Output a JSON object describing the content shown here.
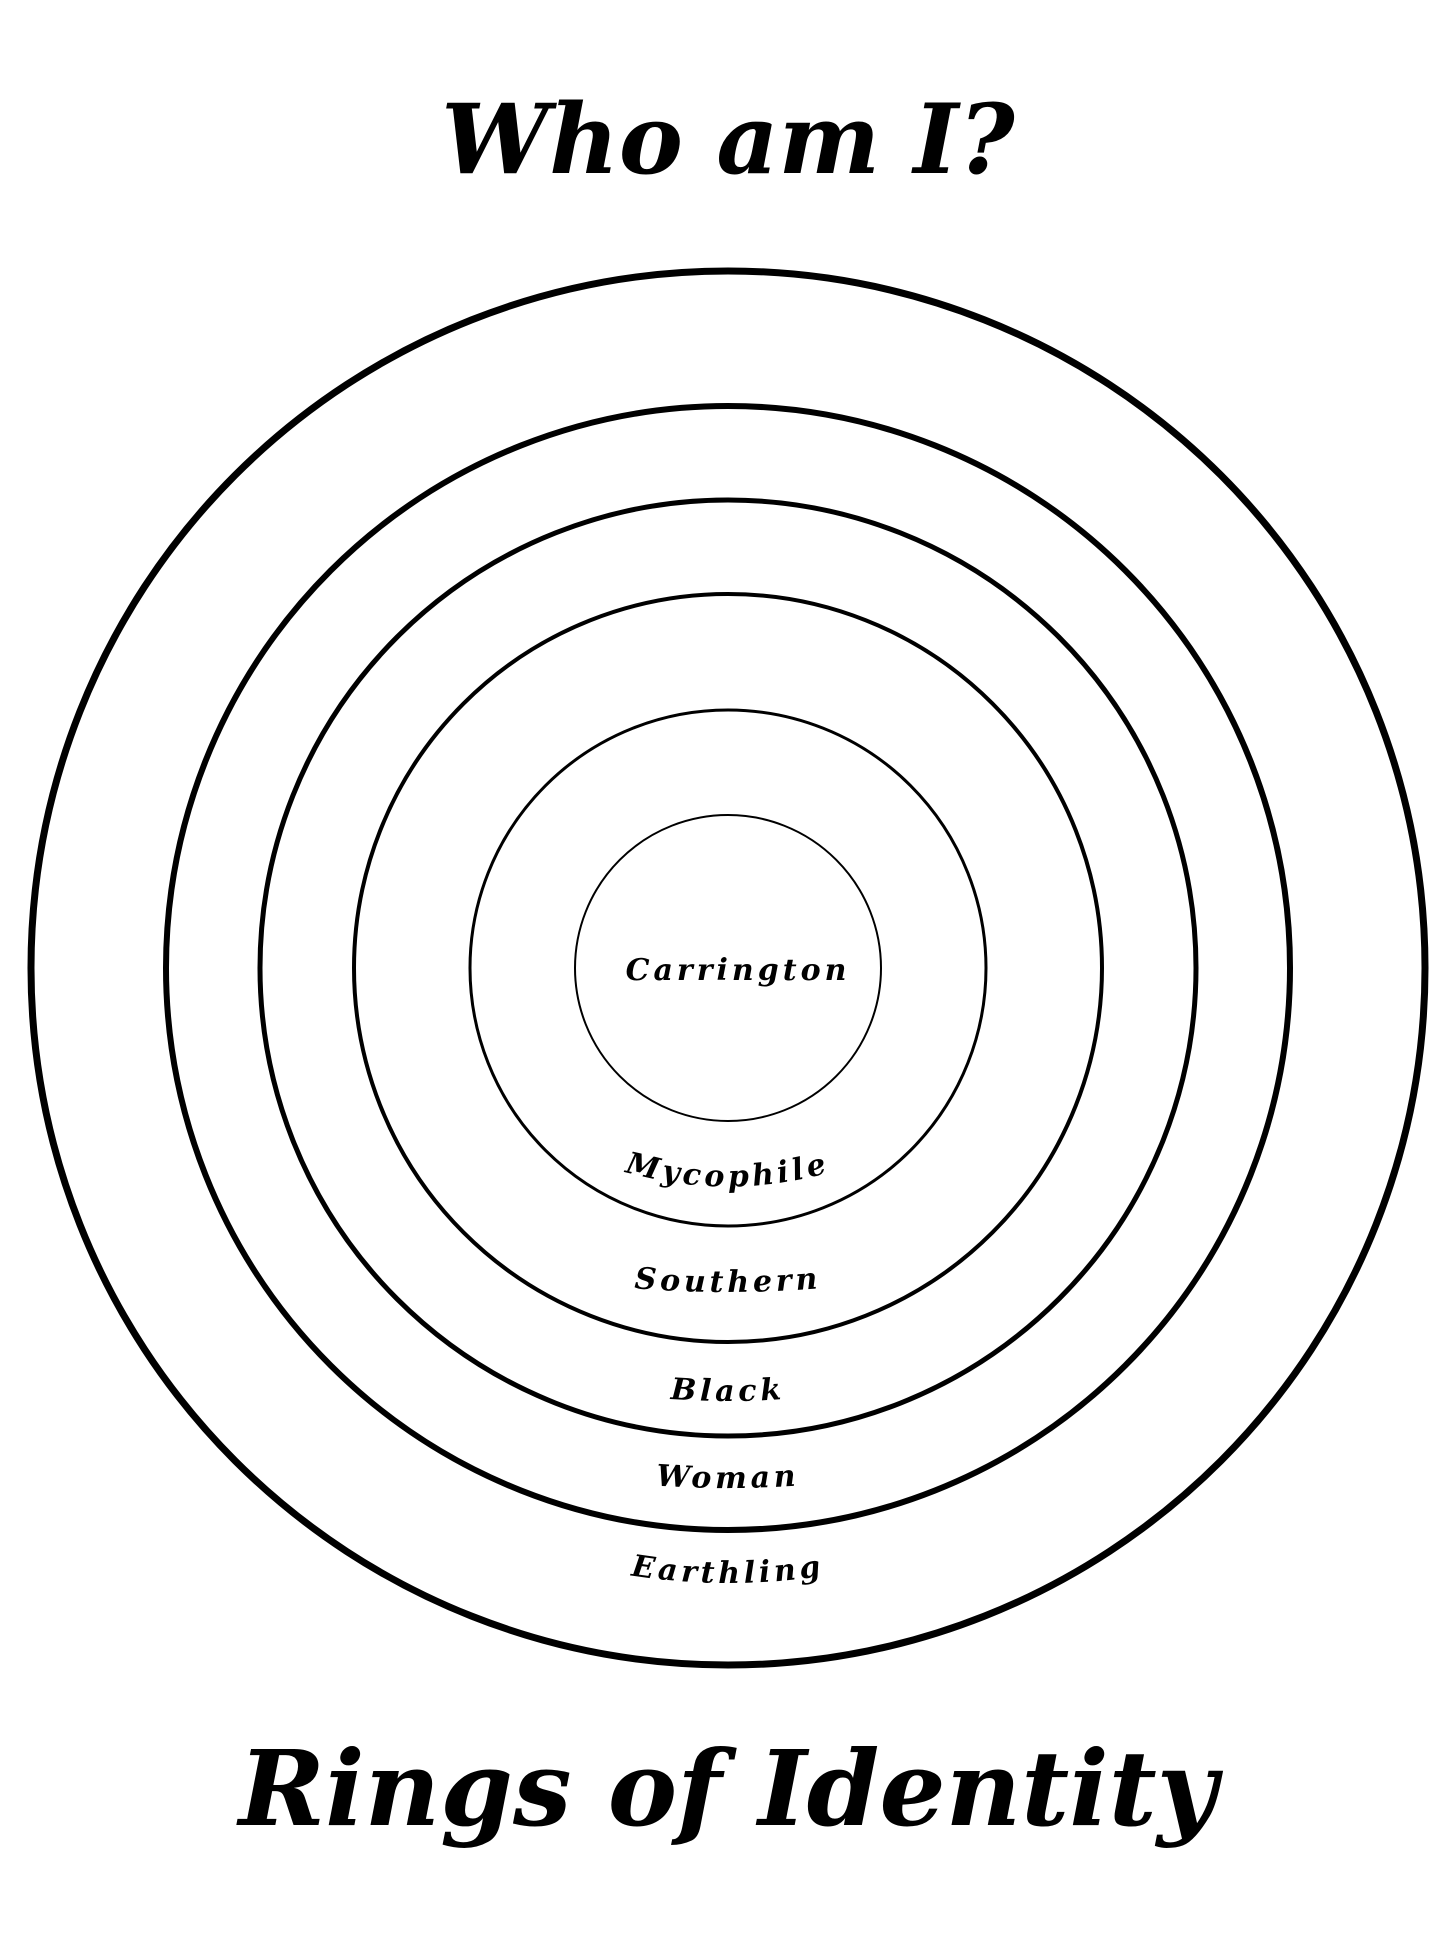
{
  "title": "Who am I?",
  "subtitle": "Rings of Identity",
  "rings": [
    {
      "label": "Carrington"
    },
    {
      "label": "Mycophile"
    },
    {
      "label": "Southern"
    },
    {
      "label": "Black"
    },
    {
      "label": "Woman"
    },
    {
      "label": "Earthling"
    }
  ],
  "colors": {
    "ink": "#000000",
    "background": "#ffffff"
  }
}
